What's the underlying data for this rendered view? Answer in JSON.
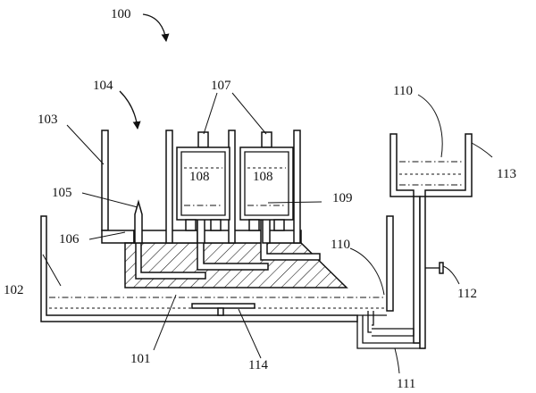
{
  "labels": {
    "assembly": "100",
    "cutting_block": "101",
    "outer_tank": "102",
    "side_wall": "103",
    "holder": "104",
    "needle": "105",
    "ledge": "106",
    "cartridges": "107",
    "cartridge_left": "108",
    "cartridge_right": "108",
    "inner_tube": "109",
    "reservoir": "110",
    "liquid_level": "110",
    "pipe_bend": "111",
    "valve": "112",
    "reservoir_wall": "113",
    "filter_plate": "114"
  }
}
